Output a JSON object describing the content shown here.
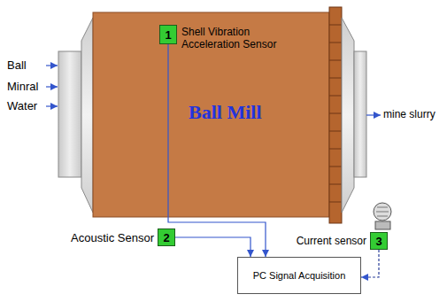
{
  "diagram": {
    "nodes": [
      {
        "text": [
          "Ball Mill"
        ]
      },
      {
        "text": [
          "1",
          "Shell Vibration Acceleration Sensor"
        ],
        "in": 0
      },
      {
        "text": [
          "2",
          "Acoustic Sensor"
        ]
      },
      {
        "text": [
          "3",
          "Current sensor"
        ]
      },
      {
        "text": [
          "PC Signal Acquisition"
        ]
      }
    ],
    "edges": [
      {
        "from": 1,
        "to": 4,
        "arrow": "to"
      },
      {
        "from": 2,
        "to": 4,
        "arrow": "to"
      },
      {
        "from": 3,
        "to": 4,
        "arrow": "to"
      }
    ],
    "labels": [
      "Ball",
      "Minral",
      "Water",
      "mine slurry"
    ]
  }
}
